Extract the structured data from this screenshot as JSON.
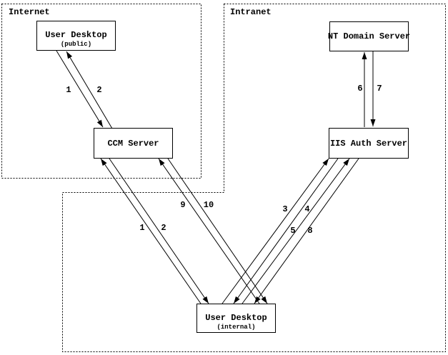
{
  "diagram": {
    "zones": {
      "internet": {
        "label": "Internet"
      },
      "intranet": {
        "label": "Intranet"
      }
    },
    "nodes": {
      "user_desktop_public": {
        "title": "User Desktop",
        "subtitle": "(public)"
      },
      "nt_domain_server": {
        "title": "NT Domain Server"
      },
      "ccm_server": {
        "title": "CCM Server"
      },
      "iis_auth_server": {
        "title": "IIS Auth Server"
      },
      "user_desktop_internal": {
        "title": "User Desktop",
        "subtitle": "(internal)"
      }
    },
    "edges": [
      {
        "label": "1",
        "from": "user_desktop_public",
        "to": "ccm_server"
      },
      {
        "label": "2",
        "from": "ccm_server",
        "to": "user_desktop_public"
      },
      {
        "label": "1",
        "from": "user_desktop_internal",
        "to": "ccm_server"
      },
      {
        "label": "2",
        "from": "ccm_server",
        "to": "user_desktop_internal"
      },
      {
        "label": "9",
        "from": "user_desktop_internal",
        "to": "ccm_server"
      },
      {
        "label": "10",
        "from": "ccm_server",
        "to": "user_desktop_internal"
      },
      {
        "label": "3",
        "from": "user_desktop_internal",
        "to": "iis_auth_server"
      },
      {
        "label": "4",
        "from": "iis_auth_server",
        "to": "user_desktop_internal"
      },
      {
        "label": "5",
        "from": "user_desktop_internal",
        "to": "iis_auth_server"
      },
      {
        "label": "8",
        "from": "iis_auth_server",
        "to": "user_desktop_internal"
      },
      {
        "label": "6",
        "from": "iis_auth_server",
        "to": "nt_domain_server"
      },
      {
        "label": "7",
        "from": "nt_domain_server",
        "to": "iis_auth_server"
      }
    ],
    "colors": {
      "line": "#000000",
      "background": "#ffffff"
    }
  }
}
